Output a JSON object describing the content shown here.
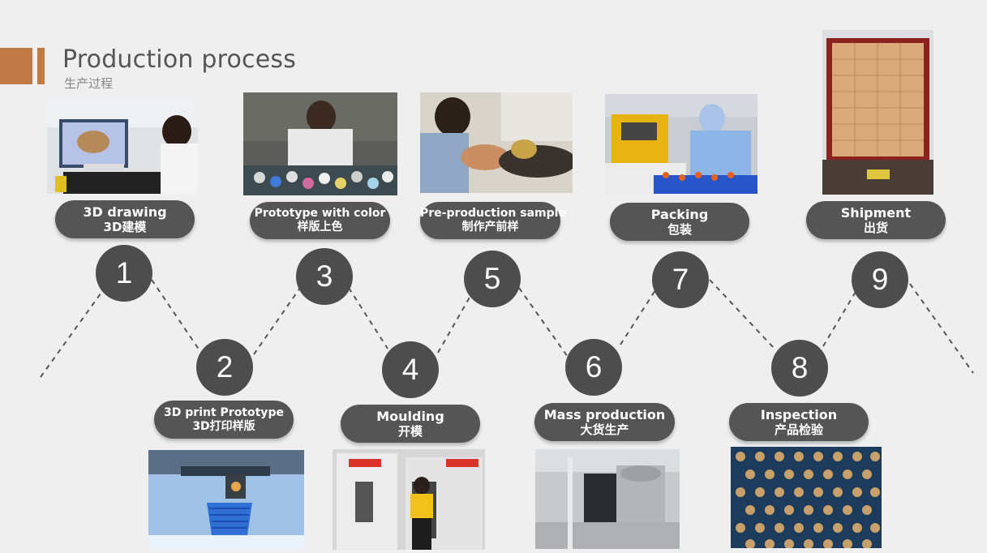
{
  "header": {
    "title": "Production process",
    "subtitle": "生产过程"
  },
  "steps": [
    {
      "number": "1",
      "label_en": "3D drawing",
      "label_zh": "3D建模"
    },
    {
      "number": "2",
      "label_en": "3D print Prototype",
      "label_zh": "3D打印样版"
    },
    {
      "number": "3",
      "label_en": "Prototype with color",
      "label_zh": "样版上色"
    },
    {
      "number": "4",
      "label_en": "Moulding",
      "label_zh": "开模"
    },
    {
      "number": "5",
      "label_en": "Pre-production sample",
      "label_zh": "制作产前样"
    },
    {
      "number": "6",
      "label_en": "Mass production",
      "label_zh": "大货生产"
    },
    {
      "number": "7",
      "label_en": "Packing",
      "label_zh": "包装"
    },
    {
      "number": "8",
      "label_en": "Inspection",
      "label_zh": "产品检验"
    },
    {
      "number": "9",
      "label_en": "Shipment",
      "label_zh": "出货"
    }
  ],
  "colors": {
    "accent": "#c07a45",
    "circle": "#4d4d4d",
    "pill": "#555555",
    "background": "#efefef"
  }
}
